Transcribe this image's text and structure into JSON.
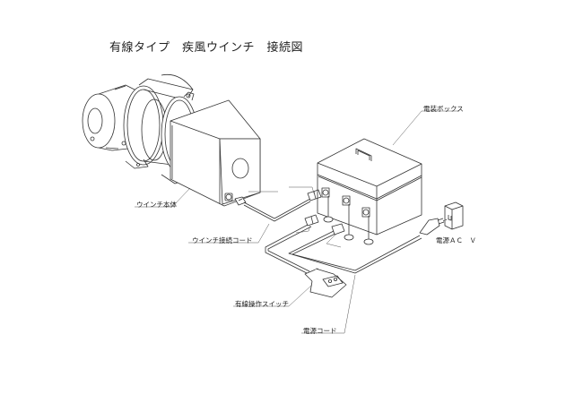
{
  "title": "有線タイプ　疾風ウインチ　接続図",
  "labels": {
    "winch_body": "ウインチ本体",
    "winch_cord": "ウインチ接続コード",
    "electrical_box": "電装ボックス",
    "power_ac": "電源ＡＣ　Ｖ",
    "wired_switch": "有線操作スイッチ",
    "power_cord": "電源コード"
  },
  "components": [
    {
      "id": "winch",
      "name": "ウインチ本体"
    },
    {
      "id": "winch-cord",
      "name": "ウインチ接続コード"
    },
    {
      "id": "electrical-box",
      "name": "電装ボックス"
    },
    {
      "id": "wired-switch",
      "name": "有線操作スイッチ"
    },
    {
      "id": "power-cord",
      "name": "電源コード"
    },
    {
      "id": "outlet",
      "name": "電源ＡＣ　Ｖ"
    }
  ],
  "colors": {
    "line": "#333333",
    "background": "#ffffff"
  }
}
